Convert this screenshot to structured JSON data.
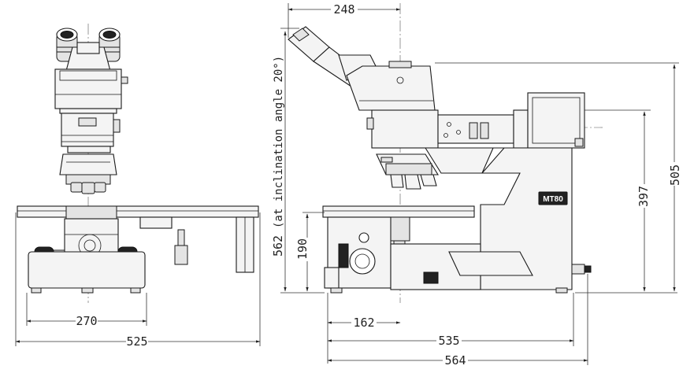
{
  "dimensions": {
    "front_base_width": "270",
    "front_stage_width": "525",
    "side_eyepiece_offset": "248",
    "side_total_height": "562",
    "side_inclination_note": "(at inclination angle 20°)",
    "side_stage_height": "190",
    "side_arm_height": "397",
    "side_body_height": "505",
    "side_base_offset": "162",
    "side_base_depth": "535",
    "side_total_depth": "564"
  },
  "model_label": "MT80"
}
